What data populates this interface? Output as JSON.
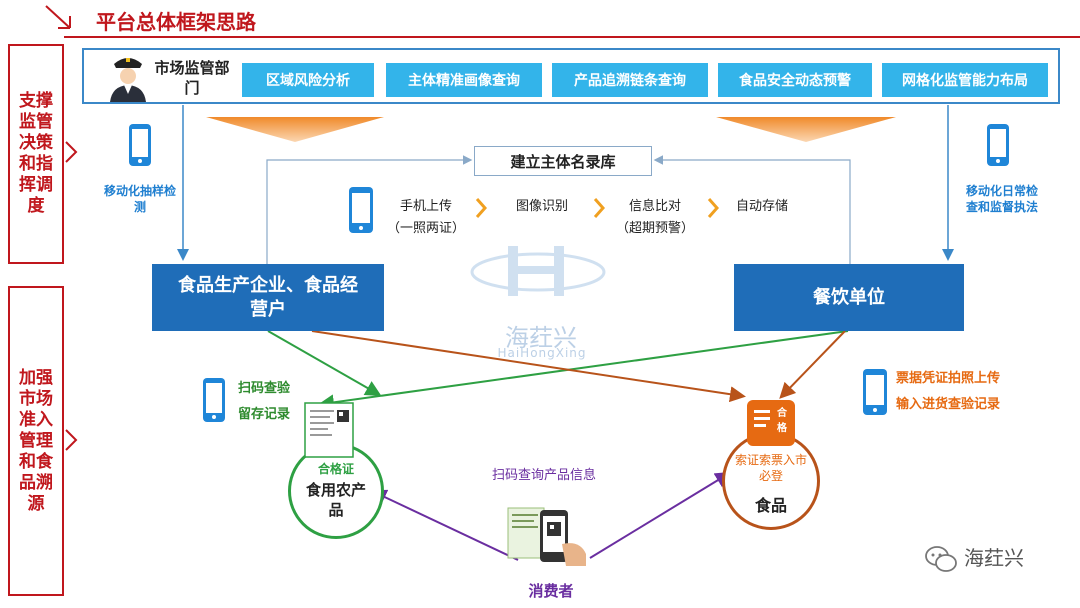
{
  "header": {
    "title": "平台总体框架思路"
  },
  "sidebar": {
    "top_label": "支撑监管决策和指挥调度",
    "bottom_label": "加强市场准入管理和食品溯源"
  },
  "regulator": {
    "label": "市场监管部门",
    "functions": [
      "区域风险分析",
      "主体精准画像查询",
      "产品追溯链条查询",
      "食品安全动态预警",
      "网格化监管能力布局"
    ]
  },
  "left_mobile": {
    "label": "移动化抽样检测"
  },
  "right_mobile": {
    "label": "移动化日常检查和监督执法"
  },
  "registry": {
    "label": "建立主体名录库"
  },
  "flow": {
    "steps": [
      {
        "label": "手机上传",
        "sub": "（一照两证）"
      },
      {
        "label": "图像识别",
        "sub": ""
      },
      {
        "label": "信息比对",
        "sub": "（超期预警）"
      },
      {
        "label": "自动存储",
        "sub": ""
      }
    ]
  },
  "entities": {
    "producer": "食品生产企业、食品经营户",
    "catering": "餐饮单位"
  },
  "watermark": {
    "name": "海荭兴",
    "pinyin": "HaiHongXing"
  },
  "scan": {
    "line1": "扫码查验",
    "line2": "留存记录"
  },
  "receipt": {
    "line1": "票据凭证拍照上传",
    "line2": "输入进货查验记录"
  },
  "agri": {
    "badge": "合格证",
    "name": "食用农产品"
  },
  "food": {
    "badge_icon": "合格",
    "caption": "索证索票入市必登",
    "name": "食品"
  },
  "consumer": {
    "label": "消费者",
    "query": "扫码查询产品信息"
  },
  "brand": {
    "name": "海荭兴"
  },
  "colors": {
    "accent_red": "#c0171d",
    "dark_blue": "#1f6db8",
    "light_blue": "#33b4ea",
    "orange": "#e66a12",
    "green": "#2ea043",
    "purple": "#6a2ea0",
    "brown": "#b8531a"
  }
}
